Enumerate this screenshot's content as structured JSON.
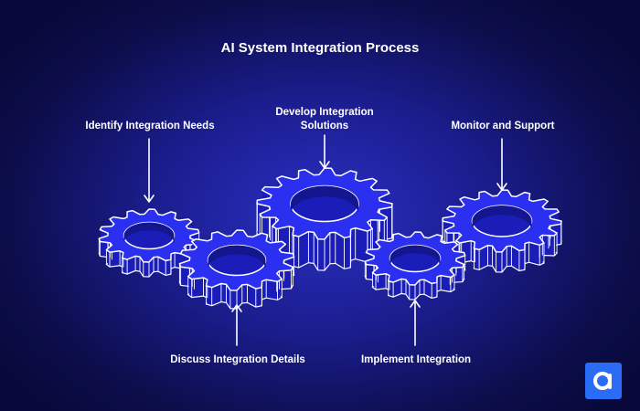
{
  "title": "AI System Integration Process",
  "steps": {
    "identify": "Identify Integration Needs",
    "develop": "Develop Integration\nSolutions",
    "monitor": "Monitor and Support",
    "discuss": "Discuss Integration Details",
    "implement": "Implement Integration"
  },
  "colors": {
    "gear_fill": "#2a2ff0",
    "gear_side": "#1a1db8",
    "gear_stroke": "#ffffff",
    "logo_bg": "#2b6cf6"
  },
  "icons": [
    "arrow-down-icon",
    "arrow-up-icon",
    "gear-icon",
    "brand-logo-icon"
  ]
}
